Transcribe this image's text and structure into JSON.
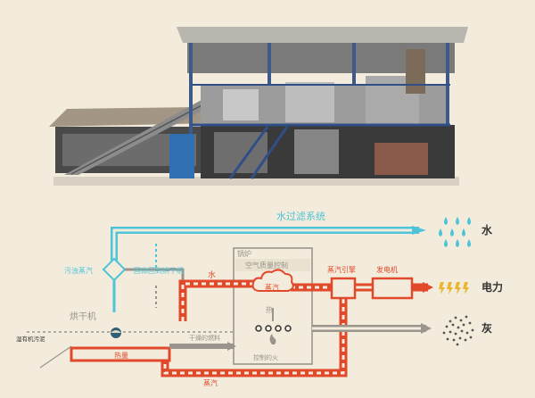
{
  "labels": {
    "water_filter": "水过滤系统",
    "water_out": "水",
    "boiler": "锅炉",
    "air_quality": "空气质量控制",
    "water_in": "水",
    "steam_cloud": "蒸汽",
    "steam_engine": "蒸汽引擎",
    "generator": "发电机",
    "electricity": "电力",
    "polluted_steam": "污浊蒸汽",
    "solid_recovery": "固体回到烘干机",
    "heat_mid": "热",
    "dryer": "烘干机",
    "dried_fuel": "干燥的燃料",
    "ash": "灰",
    "wet_sludge": "湿有机污泥",
    "controlled_fire": "控制的火",
    "heat_bottom": "热量",
    "steam_bottom": "蒸汽"
  },
  "colors": {
    "water": "#4fc3d8",
    "steam": "#e2492a",
    "gray": "#9a958c",
    "text_dark": "#333333",
    "generator_accent": "#e9b62e",
    "background": "#f3ecdc"
  },
  "icons": {
    "water": "water-drops-icon",
    "electricity": "bolt-icon",
    "ash": "ash-pile-icon",
    "fire": "flame-icon",
    "sludge_ball": "sludge-ball-icon",
    "cloud": "steam-cloud-icon"
  }
}
